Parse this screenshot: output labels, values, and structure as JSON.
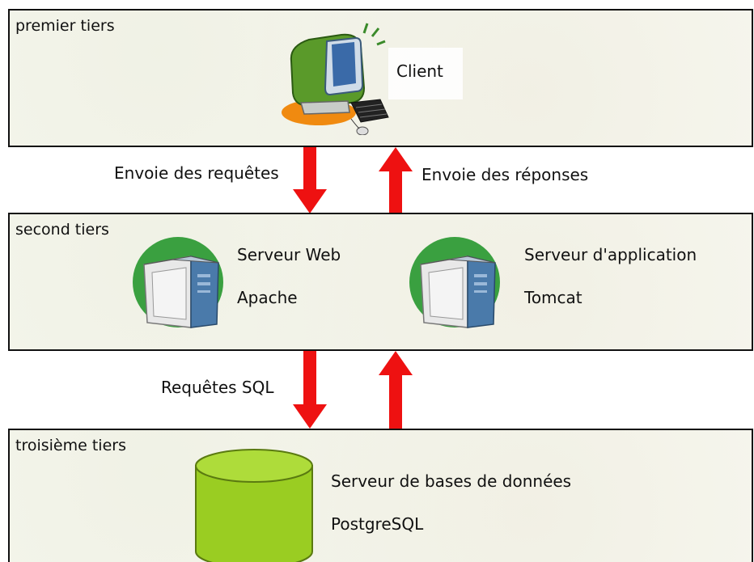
{
  "tiers": {
    "first": {
      "label": "premier tiers",
      "client_label": "Client"
    },
    "second": {
      "label": "second tiers",
      "web_server_label": "Serveur Web",
      "web_server_product": "Apache",
      "app_server_label": "Serveur d'application",
      "app_server_product": "Tomcat"
    },
    "third": {
      "label": "troisième tiers",
      "db_server_label": "Serveur de bases de données",
      "db_server_product": "PostgreSQL"
    }
  },
  "arrows": {
    "requests_label": "Envoie des requêtes",
    "responses_label": "Envoie des réponses",
    "sql_label": "Requêtes SQL"
  },
  "colors": {
    "arrow": "#ee1111",
    "database": "#9acd22",
    "server_circle": "#3aa040",
    "computer_body": "#5a9a2a",
    "tier_border": "#111111"
  },
  "icons": {
    "client": "computer-icon",
    "web_server": "server-icon",
    "app_server": "server-icon",
    "database": "database-icon"
  }
}
